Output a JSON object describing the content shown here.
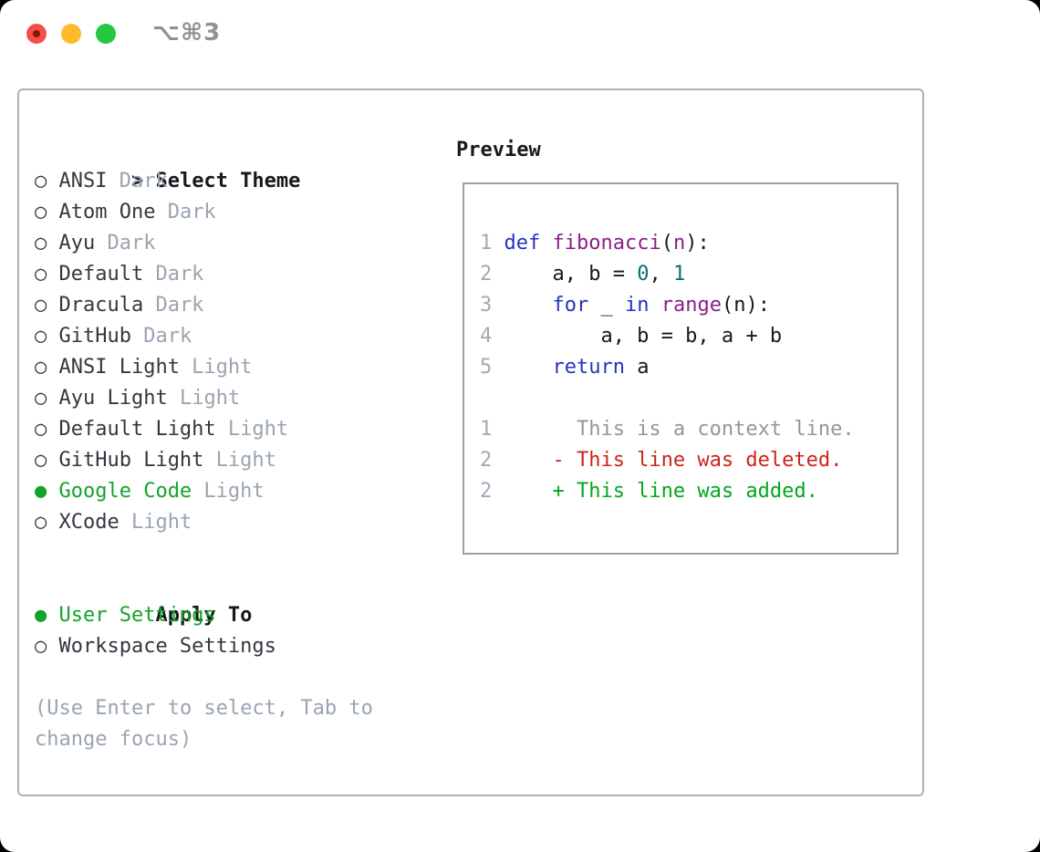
{
  "window": {
    "title": "⌥⌘3"
  },
  "titlebar": {
    "buttons": [
      {
        "name": "close"
      },
      {
        "name": "minimize"
      },
      {
        "name": "zoom"
      }
    ]
  },
  "theme_panel": {
    "header": {
      "marker": ">",
      "label": "Select Theme"
    },
    "themes": [
      {
        "marker": "○",
        "name": "ANSI",
        "variant": "Dark",
        "selected": false
      },
      {
        "marker": "○",
        "name": "Atom One",
        "variant": "Dark",
        "selected": false
      },
      {
        "marker": "○",
        "name": "Ayu",
        "variant": "Dark",
        "selected": false
      },
      {
        "marker": "○",
        "name": "Default",
        "variant": "Dark",
        "selected": false
      },
      {
        "marker": "○",
        "name": "Dracula",
        "variant": "Dark",
        "selected": false
      },
      {
        "marker": "○",
        "name": "GitHub",
        "variant": "Dark",
        "selected": false
      },
      {
        "marker": "○",
        "name": "ANSI Light",
        "variant": "Light",
        "selected": false
      },
      {
        "marker": "○",
        "name": "Ayu Light",
        "variant": "Light",
        "selected": false
      },
      {
        "marker": "○",
        "name": "Default Light",
        "variant": "Light",
        "selected": false
      },
      {
        "marker": "○",
        "name": "GitHub Light",
        "variant": "Light",
        "selected": false
      },
      {
        "marker": "●",
        "name": "Google Code",
        "variant": "Light",
        "selected": true
      },
      {
        "marker": "○",
        "name": "XCode",
        "variant": "Light",
        "selected": false
      }
    ],
    "apply_to": {
      "marker": "",
      "label": "Apply To",
      "options": [
        {
          "marker": "●",
          "name": "User Settings",
          "selected": true
        },
        {
          "marker": "○",
          "name": "Workspace Settings",
          "selected": false
        }
      ]
    },
    "hint_lines": [
      "(Use Enter to select, Tab to",
      "change focus)"
    ]
  },
  "preview": {
    "label": "Preview",
    "code_lines": [
      {
        "num": "1",
        "kind": "code",
        "segments": [
          {
            "text": "def",
            "color": "keyword"
          },
          {
            "text": " ",
            "color": "plain"
          },
          {
            "text": "fibonacci",
            "color": "func"
          },
          {
            "text": "(",
            "color": "plain"
          },
          {
            "text": "n",
            "color": "func"
          },
          {
            "text": "):",
            "color": "plain"
          }
        ]
      },
      {
        "num": "2",
        "kind": "code",
        "segments": [
          {
            "text": "    a, b = ",
            "color": "plain"
          },
          {
            "text": "0",
            "color": "literal"
          },
          {
            "text": ", ",
            "color": "plain"
          },
          {
            "text": "1",
            "color": "literal"
          }
        ]
      },
      {
        "num": "3",
        "kind": "code",
        "segments": [
          {
            "text": "    ",
            "color": "plain"
          },
          {
            "text": "for",
            "color": "keyword"
          },
          {
            "text": " _ ",
            "color": "plain"
          },
          {
            "text": "in",
            "color": "keyword"
          },
          {
            "text": " ",
            "color": "plain"
          },
          {
            "text": "range",
            "color": "func"
          },
          {
            "text": "(n):",
            "color": "plain"
          }
        ]
      },
      {
        "num": "4",
        "kind": "code",
        "segments": [
          {
            "text": "        a, b = b, a + b",
            "color": "plain"
          }
        ]
      },
      {
        "num": "5",
        "kind": "code",
        "segments": [
          {
            "text": "    ",
            "color": "plain"
          },
          {
            "text": "return",
            "color": "keyword"
          },
          {
            "text": " a",
            "color": "plain"
          }
        ]
      },
      {
        "num": "",
        "kind": "blank",
        "segments": []
      },
      {
        "num": "1",
        "kind": "diff-context",
        "segments": [
          {
            "text": "      This is a context line.",
            "color": "context"
          }
        ]
      },
      {
        "num": "2",
        "kind": "diff-deleted",
        "segments": [
          {
            "text": "    - This line was deleted.",
            "color": "deleted"
          }
        ]
      },
      {
        "num": "2",
        "kind": "diff-added",
        "segments": [
          {
            "text": "    + This line was added.",
            "color": "added"
          }
        ]
      }
    ]
  },
  "colors": {
    "traffic_red": "#f4504a",
    "traffic_red_dot": "#86150c",
    "traffic_yellow": "#fdbb2c",
    "traffic_green": "#27c840",
    "title_gray": "#8c9298",
    "panel_border": "#aab3bd",
    "preview_border": "#99a2ac",
    "text_black": "#16191d",
    "text_dark": "#32383f",
    "text_muted": "#9aa4b1",
    "accent_green": "#12a32a",
    "line_number": "#a0aab6",
    "keyword": "#2433c0",
    "func": "#8a1f8a",
    "literal": "#0d6e70",
    "context": "#8f979f",
    "deleted": "#cc2418",
    "added": "#00a81c"
  }
}
